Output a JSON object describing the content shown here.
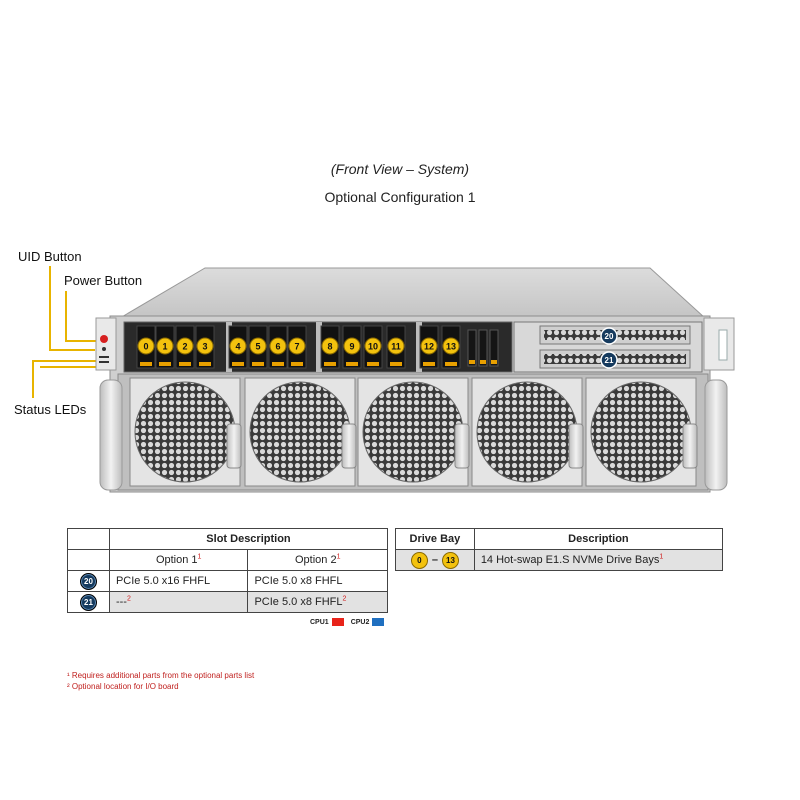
{
  "header": {
    "subtitle": "(Front View – System)",
    "config": "Optional Configuration 1"
  },
  "callouts": {
    "uid_button": "UID Button",
    "power_button": "Power Button",
    "status_leds": "Status LEDs"
  },
  "drive_bays": [
    "0",
    "1",
    "2",
    "3",
    "4",
    "5",
    "6",
    "7",
    "8",
    "9",
    "10",
    "11",
    "12",
    "13"
  ],
  "pcie_slots": [
    "20",
    "21"
  ],
  "slot_table": {
    "title": "Slot Description",
    "option1": "Option 1",
    "option1_sup": "1",
    "option2": "Option 2",
    "option2_sup": "1",
    "rows": [
      {
        "slot": "20",
        "opt1": "PCIe 5.0 x16 FHFL",
        "opt1_sup": "",
        "opt2": "PCIe 5.0 x8 FHFL",
        "opt2_sup": ""
      },
      {
        "slot": "21",
        "opt1": "---",
        "opt1_sup": "2",
        "opt2": "PCIe 5.0 x8 FHFL",
        "opt2_sup": "2"
      }
    ]
  },
  "cpu_legend": {
    "cpu1": "CPU1",
    "cpu1_color": "#e8231a",
    "cpu2": "CPU2",
    "cpu2_color": "#1f6fc0"
  },
  "drive_table": {
    "col1": "Drive Bay",
    "col2": "Description",
    "from": "0",
    "to": "13",
    "dash": "–",
    "description": "14 Hot-swap E1.S NVMe Drive Bays",
    "description_sup": "1"
  },
  "footnotes": {
    "fn1": "¹ Requires additional parts from the optional parts list",
    "fn2": "² Optional location for I/O board"
  },
  "colors": {
    "callout_line": "#e8b400",
    "drive_bubble": "#f3c20e",
    "slot_bubble": "#153a5e"
  }
}
